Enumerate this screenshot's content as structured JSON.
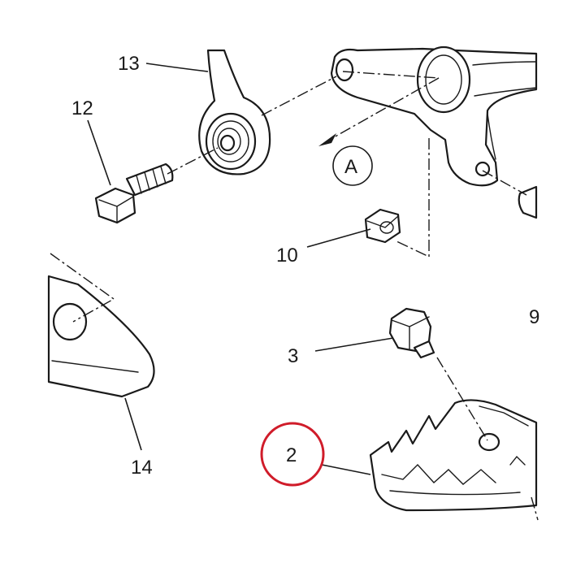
{
  "callouts": {
    "c13": "13",
    "c12": "12",
    "c10": "10",
    "c3": "3",
    "c2": "2",
    "c14": "14",
    "c9": "9",
    "view_a": "A"
  },
  "colors": {
    "line": "#1a1a1a",
    "highlight": "#d01c2a",
    "background": "#ffffff"
  },
  "highlighted_callout": "2"
}
